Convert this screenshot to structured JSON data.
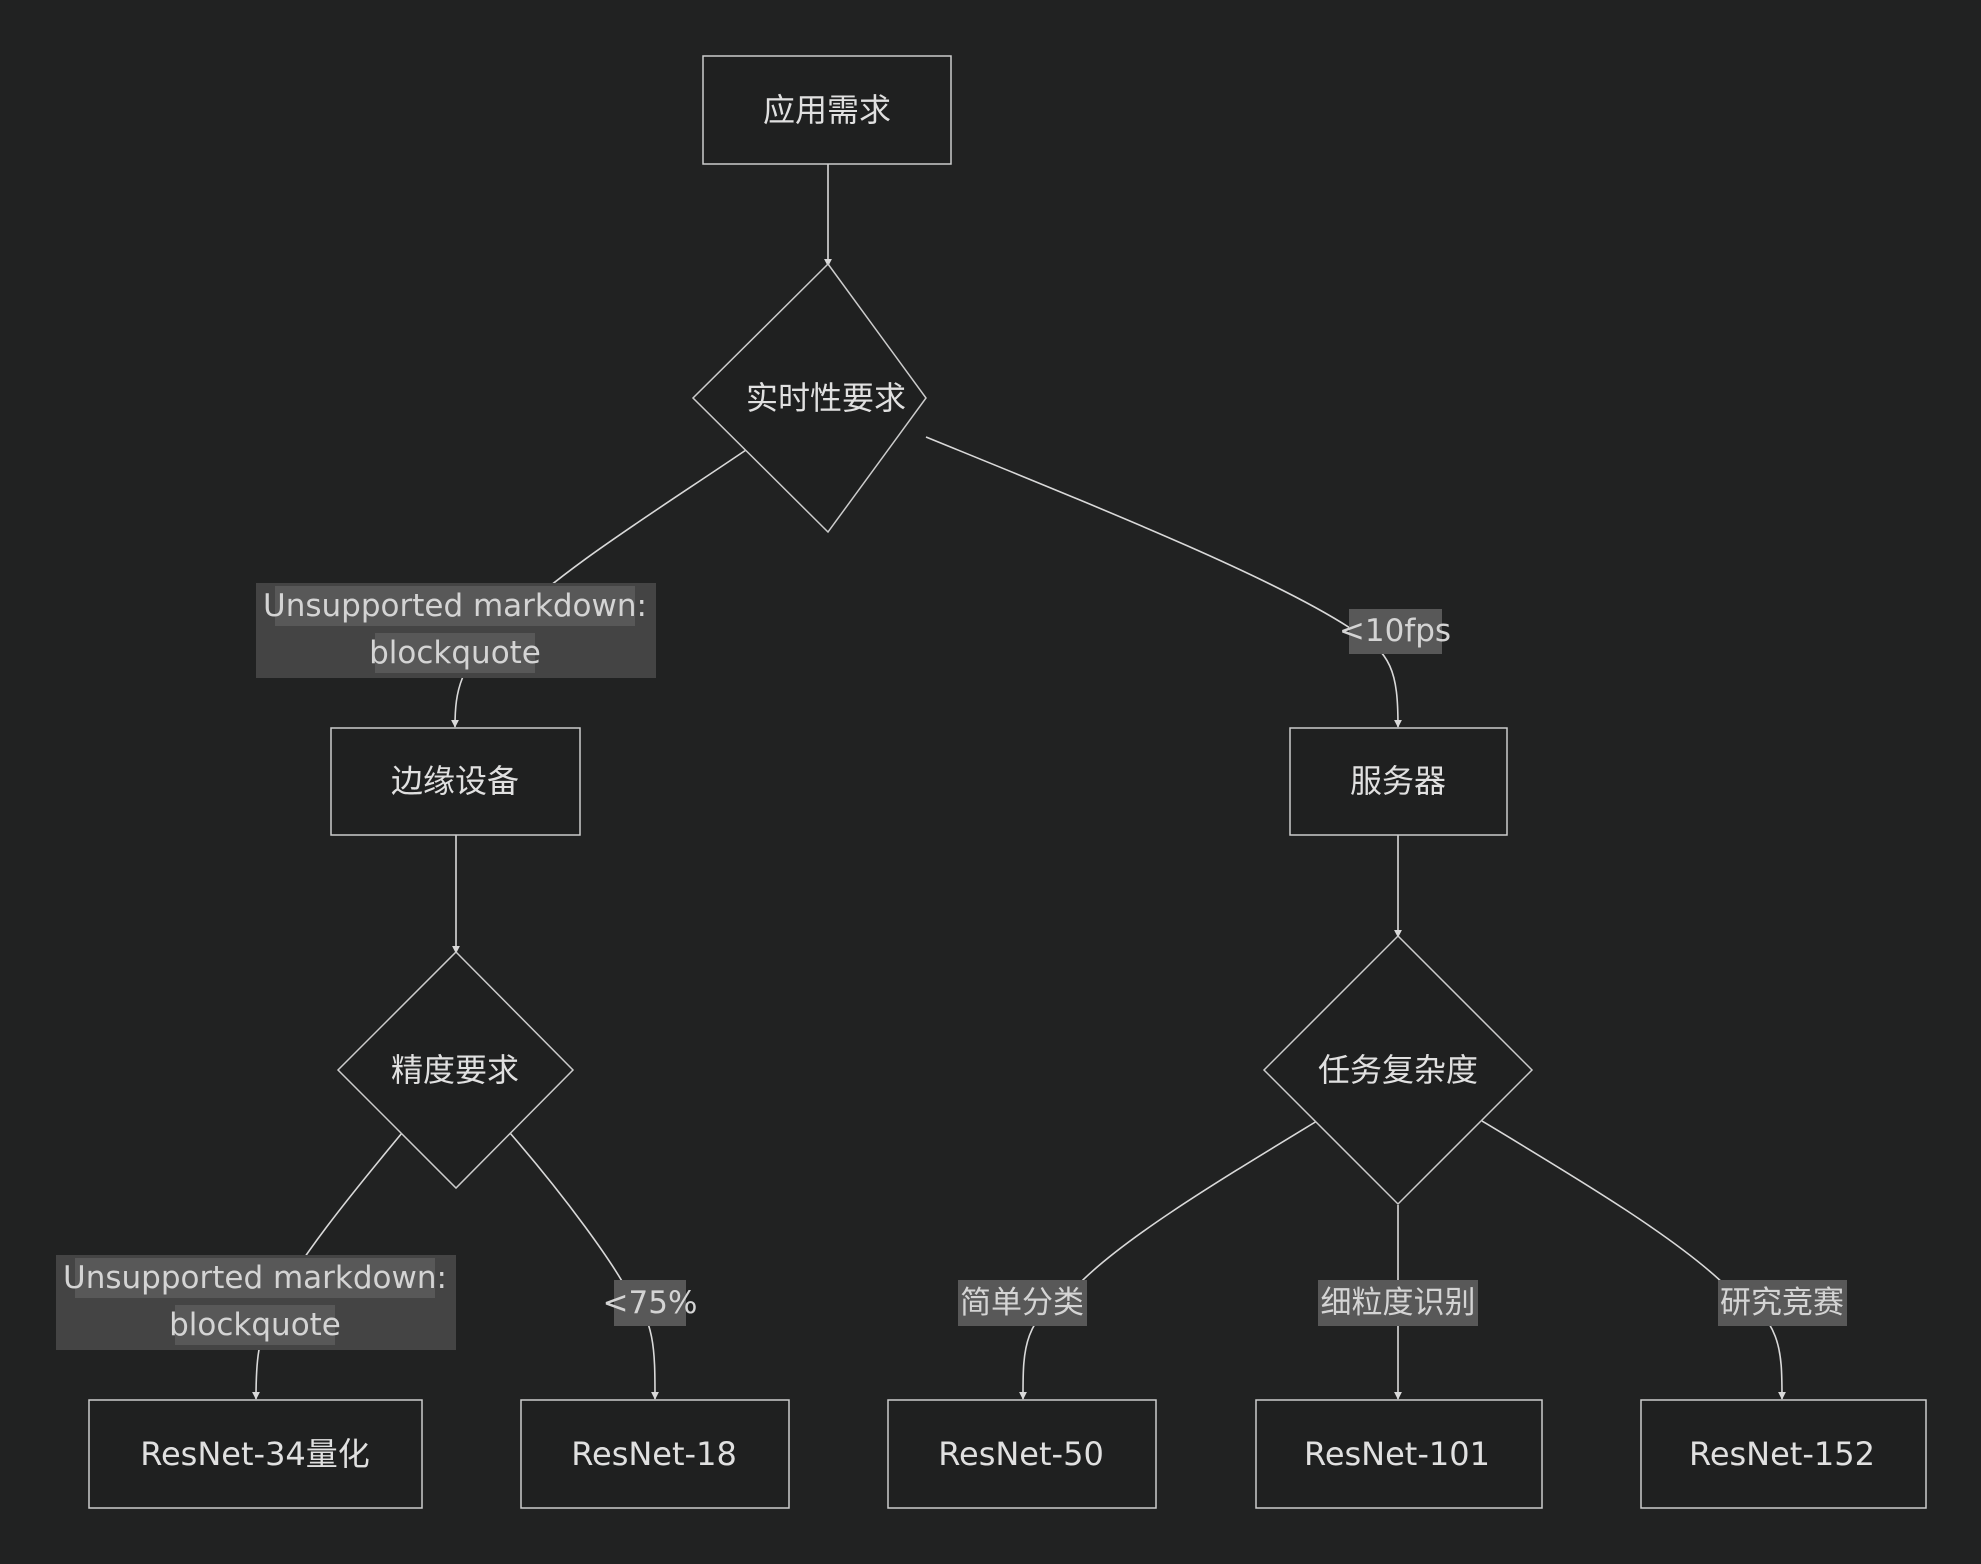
{
  "nodes": {
    "app_req": "应用需求",
    "realtime": "实时性要求",
    "edge_device": "边缘设备",
    "server": "服务器",
    "accuracy": "精度要求",
    "complexity": "任务复杂度",
    "r34q": "ResNet-34量化",
    "r18": "ResNet-18",
    "r50": "ResNet-50",
    "r101": "ResNet-101",
    "r152": "ResNet-152"
  },
  "edge_labels": {
    "realtime_to_edge_line1": "Unsupported markdown:",
    "realtime_to_edge_line2": "blockquote",
    "realtime_to_server": "<10fps",
    "accuracy_to_r34q_line1": "Unsupported markdown:",
    "accuracy_to_r34q_line2": "blockquote",
    "accuracy_to_r18": "<75%",
    "complexity_to_r50": "简单分类",
    "complexity_to_r101": "细粒度识别",
    "complexity_to_r152": "研究竞赛"
  },
  "colors": {
    "background": "#212222",
    "node_fill": "#1f2020",
    "node_stroke": "#cccccc",
    "edge_stroke": "#d9d9d9",
    "label_background": "#444444",
    "label_highlight": "#585858"
  }
}
